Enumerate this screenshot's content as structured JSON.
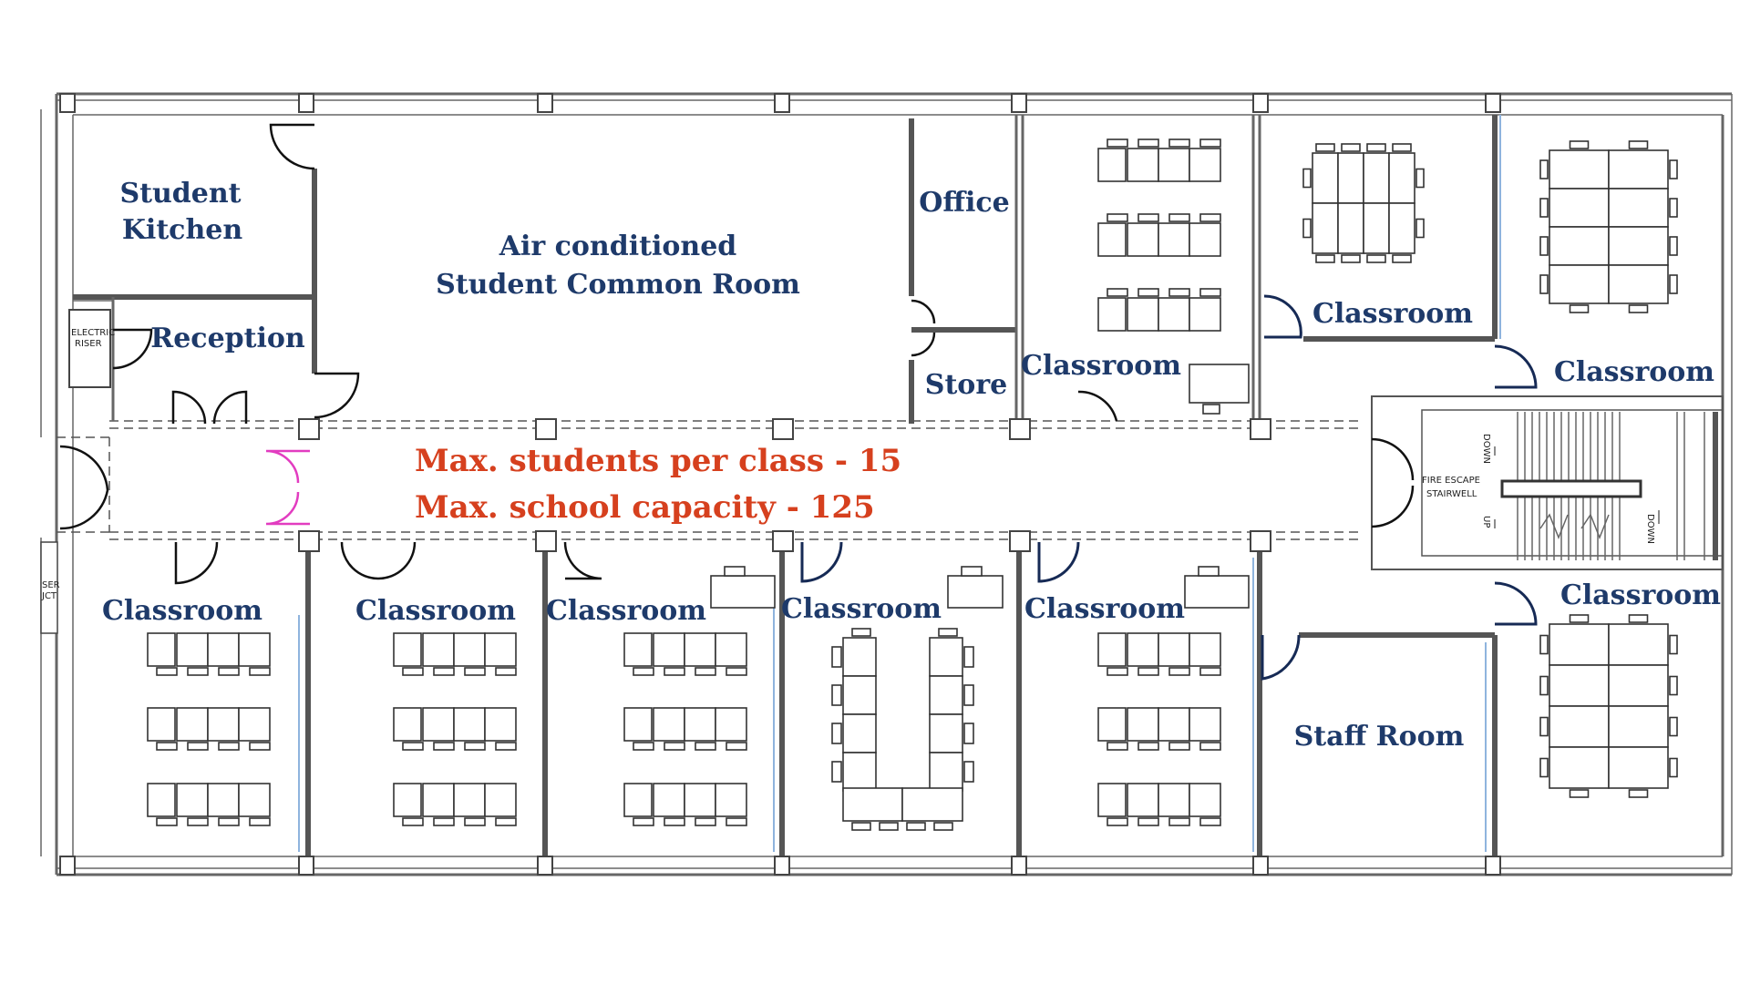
{
  "rooms": {
    "student_kitchen": [
      "Student",
      "Kitchen"
    ],
    "common_room": [
      "Air conditioned",
      "Student Common Room"
    ],
    "office": "Office",
    "store": "Store",
    "reception": "Reception",
    "staff_room": "Staff Room",
    "classroom": "Classroom"
  },
  "capacity": {
    "per_class": "Max. students per class - 15",
    "school": "Max. school capacity - 125"
  },
  "small_labels": {
    "electric_riser": [
      "ELECTRIC",
      "RISER"
    ],
    "riser_duct": [
      "SER",
      "JCT"
    ],
    "fire_escape": [
      "FIRE ESCAPE",
      "STAIRWELL"
    ],
    "stair_down": "DOWN",
    "stair_up": "UP"
  },
  "colors": {
    "room_label": "#1e3a6a",
    "capacity_text": "#d6401e",
    "wall": "#555555",
    "door_accent": "#e23cc0",
    "glazing": "#8fb4de"
  }
}
